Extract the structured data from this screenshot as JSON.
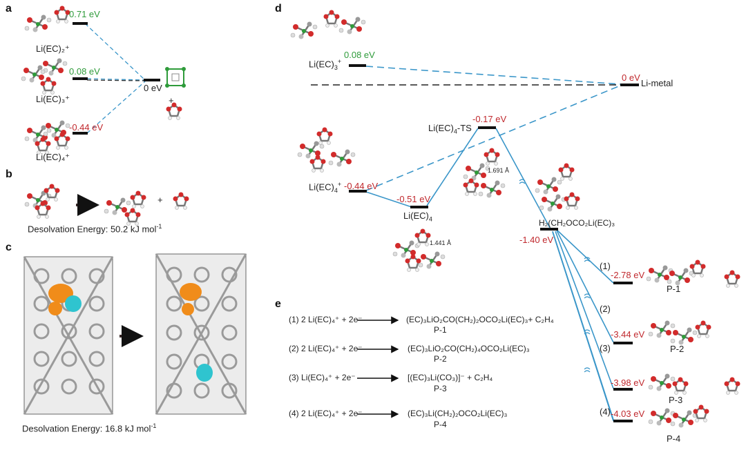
{
  "panel_a": {
    "label": "a",
    "species": [
      {
        "name": "Li(EC)₂⁺",
        "energy": "0.71 eV"
      },
      {
        "name": "Li(EC)₃⁺",
        "energy": "0.08 eV"
      },
      {
        "name": "Li(EC)₄⁺",
        "energy": "-0.44 eV"
      }
    ],
    "reference": "0 eV",
    "plus": "+"
  },
  "panel_b": {
    "label": "b",
    "plus": "+",
    "caption_text": "Desolvation Energy: 50.2 kJ mol",
    "caption_sup": "-1"
  },
  "panel_c": {
    "label": "c",
    "caption_text": "Desolvation Energy: 16.8 kJ mol",
    "caption_sup": "-1"
  },
  "panel_d": {
    "label": "d",
    "levels": {
      "li_ec3": {
        "name": "Li(EC)",
        "sub": "3",
        "sup": "+",
        "energy": "0.08 eV"
      },
      "li_metal": {
        "name": "Li-metal",
        "energy": "0 eV"
      },
      "ts": {
        "name": "Li(EC)",
        "sub": "4",
        "suffix": "-TS",
        "energy": "-0.17 eV"
      },
      "li_ec4_plus": {
        "name": "Li(EC)",
        "sub": "4",
        "sup": "+",
        "energy": "-0.44 eV"
      },
      "li_ec4": {
        "name": "Li(EC)",
        "sub": "4",
        "energy": "-0.51 eV"
      },
      "h2": {
        "name": "H₂(CH₂OCO₂Li(EC)₃",
        "energy": "-1.40 eV"
      },
      "p1": {
        "name": "P-1",
        "energy": "-2.78 eV",
        "path": "(1)"
      },
      "p2": {
        "name": "P-2",
        "energy": "-3.44 eV",
        "path": "(2)"
      },
      "p3": {
        "name": "P-3",
        "energy": "-3.98 eV",
        "path": "(3)"
      },
      "p4": {
        "name": "P-4",
        "energy": "-4.03 eV",
        "path": "(4)"
      }
    },
    "bond_1": "1.691 Å",
    "bond_2": "1.441 Å"
  },
  "panel_e": {
    "label": "e",
    "reactions": [
      {
        "num": "(1)",
        "lhs": "2 Li(EC)₄⁺ + 2e⁻",
        "rhs": "(EC)₃LiO₂CO(CH₂)₂OCO₂Li(EC)₃+ C₂H₄",
        "product": "P-1"
      },
      {
        "num": "(2)",
        "lhs": "2 Li(EC)₄⁺ + 2e⁻",
        "rhs": "(EC)₃LiO₂CO(CH₂)₄OCO₂Li(EC)₃",
        "product": "P-2"
      },
      {
        "num": "(3)",
        "lhs": "Li(EC)₄⁺  + 2e⁻",
        "rhs": "[(EC)₃Li(CO₃)]⁻  +  C₂H₄",
        "product": "P-3"
      },
      {
        "num": "(4)",
        "lhs": "2 Li(EC)₄⁺ + 2e⁻",
        "rhs": "(EC)₃Li(CH₂)₂OCO₂Li(EC)₃",
        "product": "P-4"
      }
    ]
  },
  "colors": {
    "green": "#2e9b3a",
    "red": "#c0282d",
    "blue": "#3a96c9",
    "level": "#111111"
  }
}
